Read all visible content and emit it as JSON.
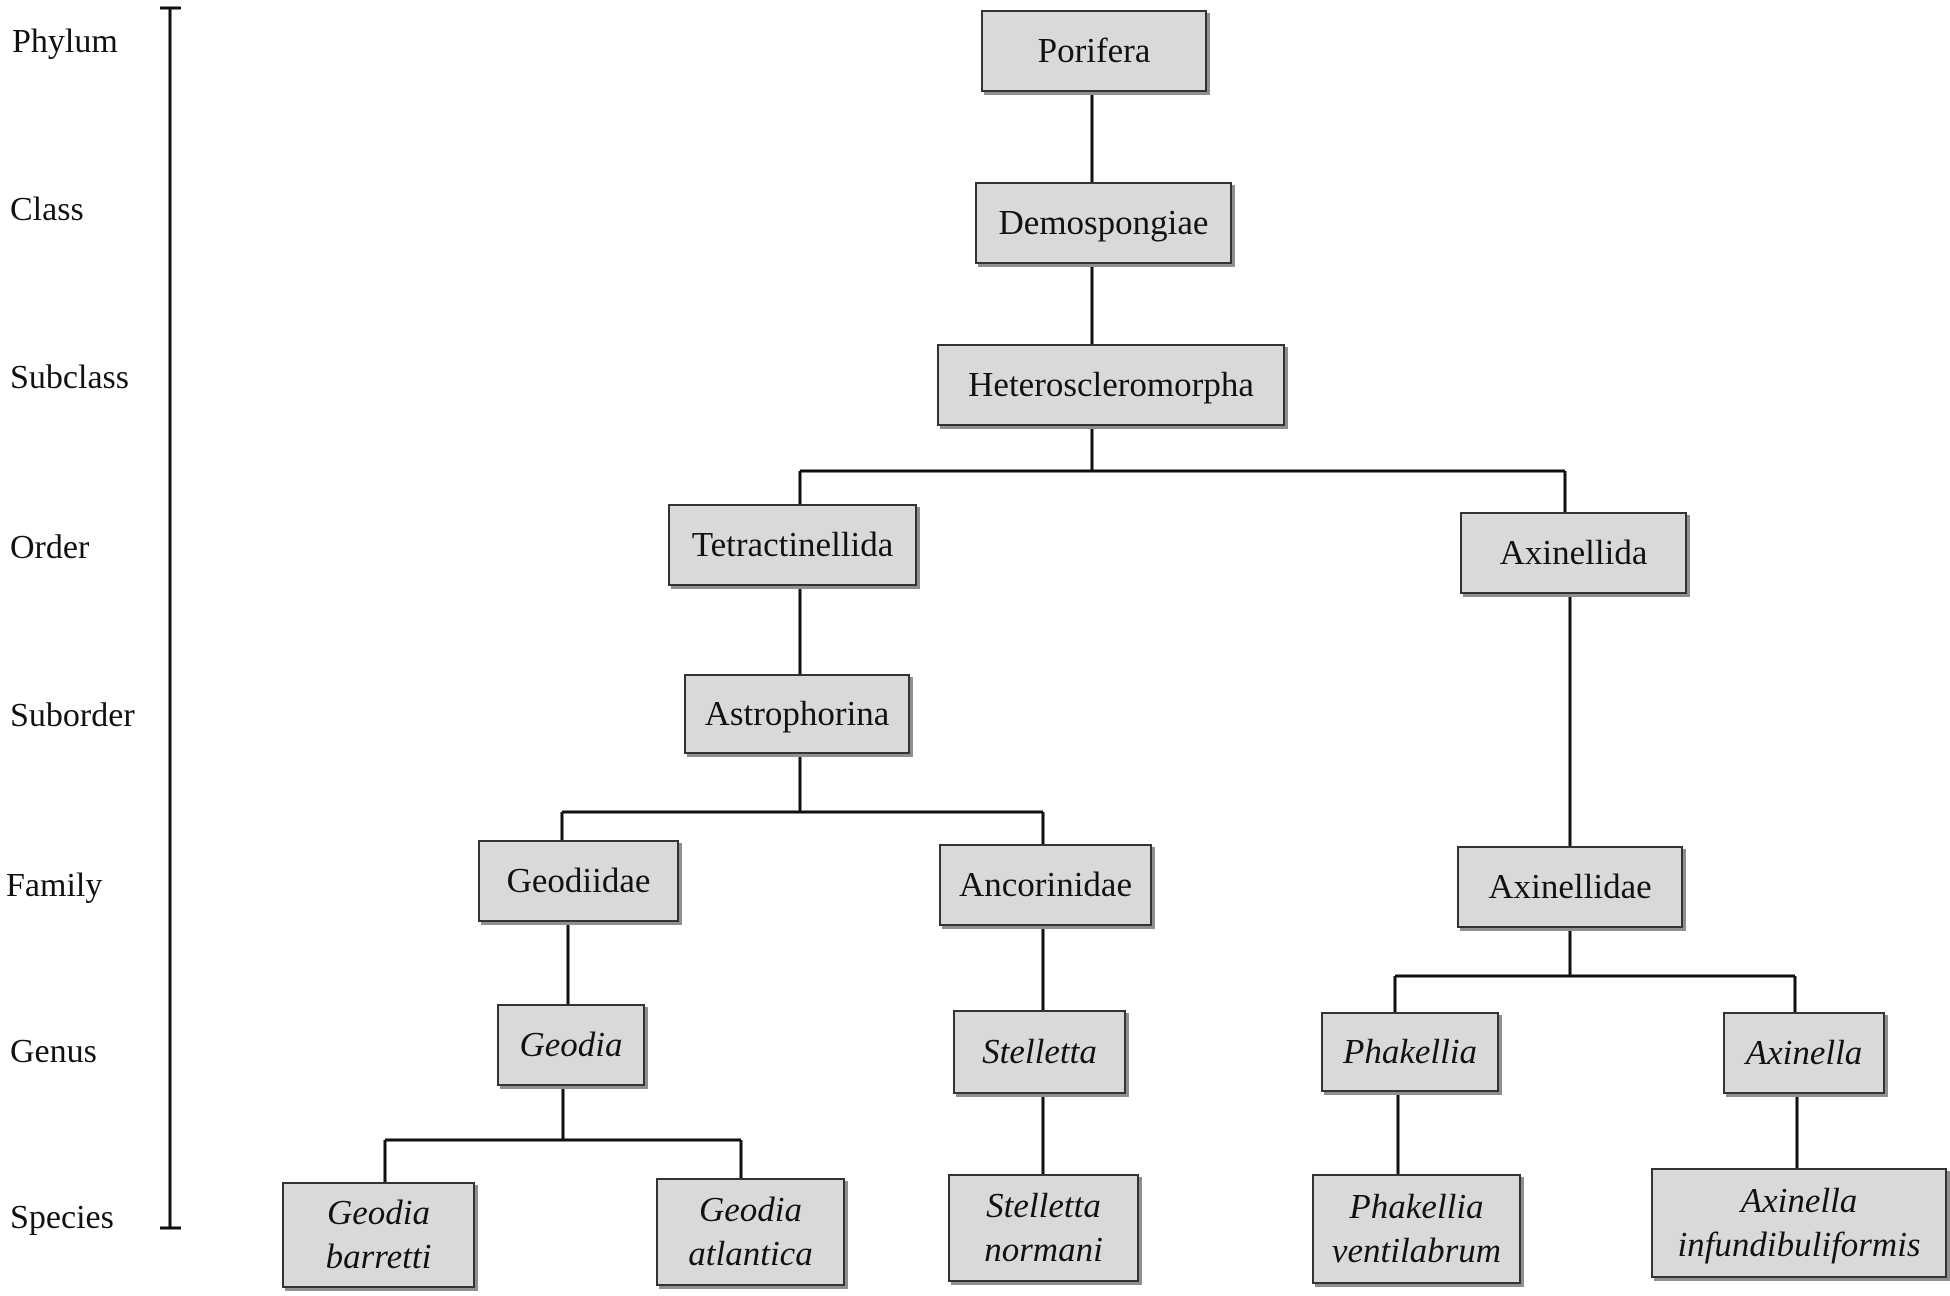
{
  "ranks": [
    "Phylum",
    "Class",
    "Subclass",
    "Order",
    "Suborder",
    "Family",
    "Genus",
    "Species"
  ],
  "nodes": {
    "porifera": "Porifera",
    "demospongiae": "Demospongiae",
    "heteroscleromorpha": "Heteroscleromorpha",
    "tetractinellida": "Tetractinellida",
    "axinellida": "Axinellida",
    "astrophorina": "Astrophorina",
    "geodiidae": "Geodiidae",
    "ancorinidae": "Ancorinidae",
    "axinellidae": "Axinellidae",
    "geodia": "Geodia",
    "stelletta": "Stelletta",
    "phakellia": "Phakellia",
    "axinella": "Axinella",
    "geodia_barretti": "Geodia\nbarretti",
    "geodia_atlantica": "Geodia\natlantica",
    "stelletta_normani": "Stelletta\nnormani",
    "phakellia_ventilabrum": "Phakellia\nventilabrum",
    "axinella_infundibuliformis": "Axinella\ninfundibuliformis"
  }
}
